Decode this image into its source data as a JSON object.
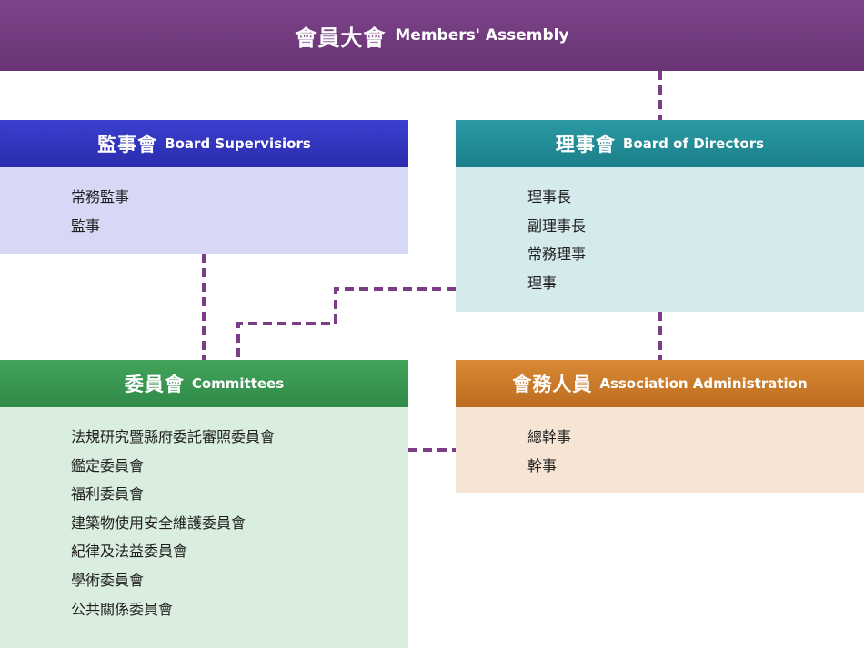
{
  "assembly": {
    "cn": "會員大會",
    "en": "Members' Assembly"
  },
  "supervisors": {
    "cn": "監事會",
    "en": "Board Supervisiors",
    "items": [
      "常務監事",
      "監事"
    ]
  },
  "directors": {
    "cn": "理事會",
    "en": "Board of Directors",
    "items": [
      "理事長",
      "副理事長",
      "常務理事",
      "理事"
    ]
  },
  "committees": {
    "cn": "委員會",
    "en": "Committees",
    "items": [
      "法規研究暨縣府委託審照委員會",
      "鑑定委員會",
      "福利委員會",
      "建築物使用安全維護委員會",
      "紀律及法益委員會",
      "學術委員會",
      "公共關係委員會"
    ]
  },
  "administration": {
    "cn": "會務人員",
    "en": "Association Administration",
    "items": [
      "總幹事",
      "幹事"
    ]
  },
  "colors": {
    "assembly": "#76397f",
    "supervisors": "#3236c0",
    "directors": "#22909b",
    "committees": "#399851",
    "administration": "#cf7c2a",
    "connector": "#7b3e86"
  }
}
